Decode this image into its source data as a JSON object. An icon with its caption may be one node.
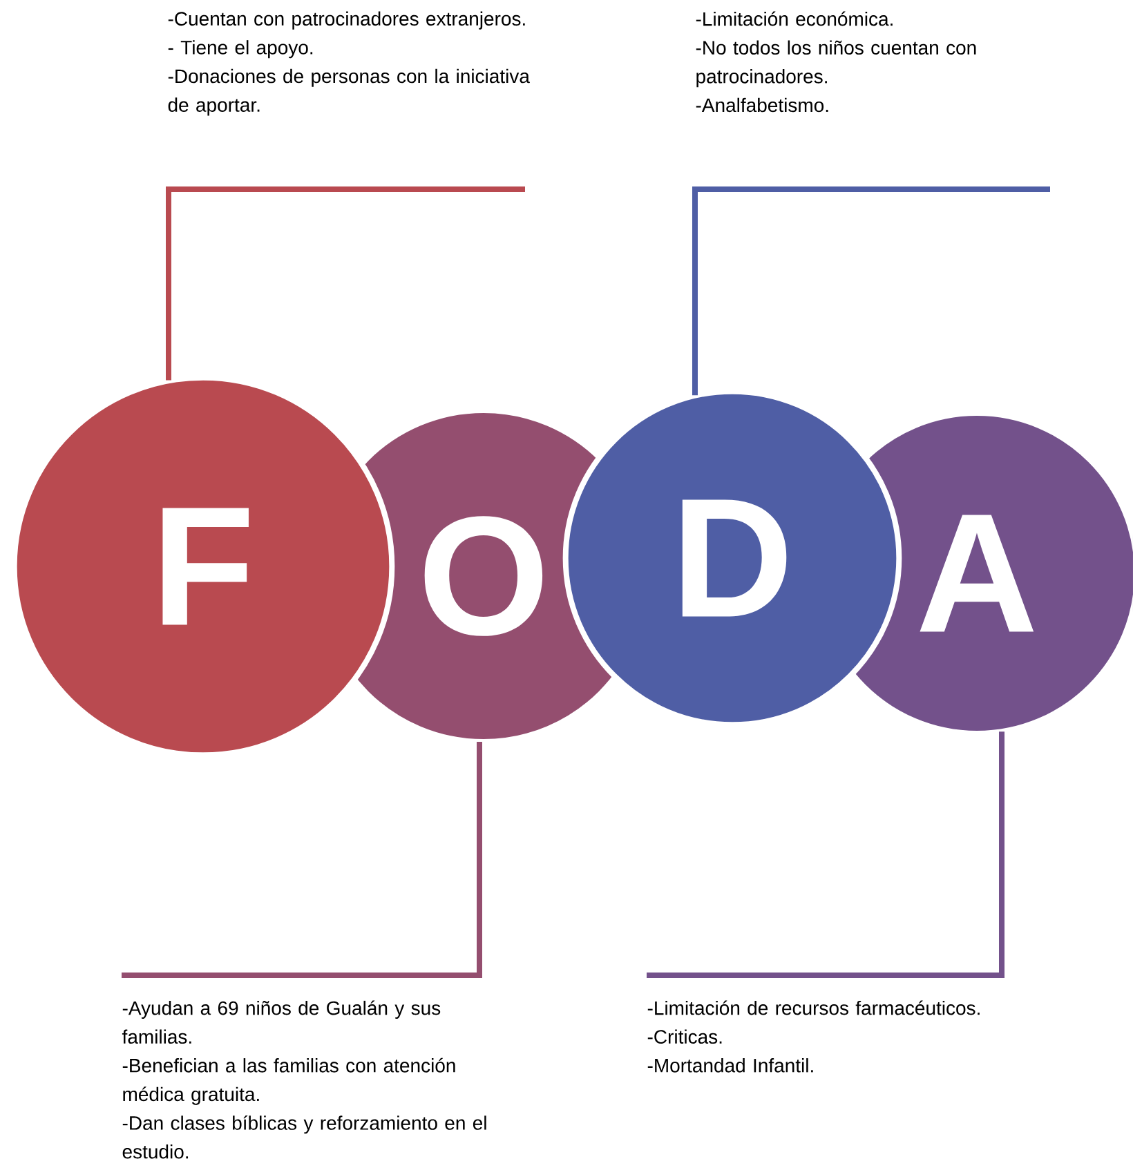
{
  "diagram": {
    "nodes": [
      {
        "text": [
          "F"
        ]
      },
      {
        "text": [
          "O"
        ]
      },
      {
        "text": [
          "D"
        ]
      },
      {
        "text": [
          "A"
        ]
      },
      {
        "text": [
          "-Cuentan con patrocinadores extranjeros.",
          "- Tiene el apoyo.",
          "-Donaciones de personas con la iniciativa de aportar."
        ]
      },
      {
        "text": [
          "-Ayudan a 69 niños de Gualán y sus familias.",
          "-Benefician a las familias con atención médica gratuita.",
          "-Dan clases bíblicas y reforzamiento en el estudio."
        ]
      },
      {
        "text": [
          "-Limitación económica.",
          "-No todos los niños cuentan con patrocinadores.",
          "-Analfabetismo."
        ]
      },
      {
        "text": [
          "-Limitación de recursos farmacéuticos.",
          "-Criticas.",
          "-Mortandad Infantil."
        ]
      }
    ],
    "edges": [
      {
        "from": 0,
        "to": 4,
        "arrow": "none",
        "color": "#b94a50"
      },
      {
        "from": 1,
        "to": 5,
        "arrow": "none",
        "color": "#944e6f"
      },
      {
        "from": 2,
        "to": 6,
        "arrow": "none",
        "color": "#4f5ea5"
      },
      {
        "from": 3,
        "to": 7,
        "arrow": "none",
        "color": "#73518b"
      }
    ]
  }
}
